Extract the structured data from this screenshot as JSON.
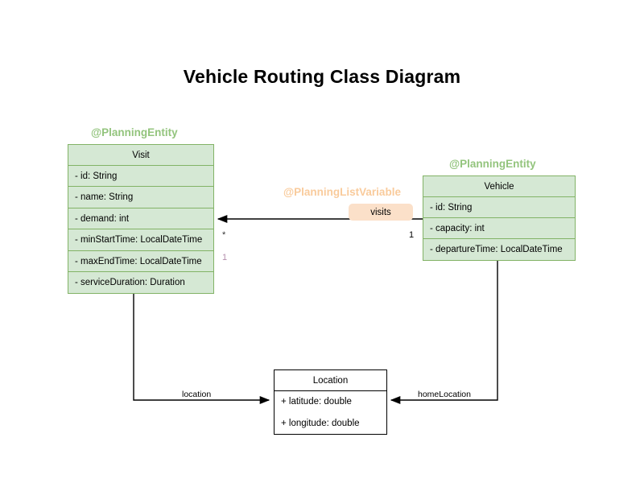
{
  "page": {
    "title": "Vehicle Routing Class Diagram",
    "background": "#ffffff"
  },
  "colors": {
    "entity_fill": "#d5e8d4",
    "entity_border": "#82b366",
    "stereotype_green": "#93c47d",
    "stereotype_orange": "#f9cb9c",
    "badge_fill": "#fbe0c9",
    "plain_border": "#000000",
    "edge_line": "#000000",
    "multiplicity_one": "#b48ead"
  },
  "classes": [
    {
      "id": "visit",
      "name": "Visit",
      "stereotype": "@PlanningEntity",
      "style": "entity",
      "attributes": [
        "- id: String",
        "- name: String",
        "- demand: int",
        "- minStartTime: LocalDateTime",
        "- maxEndTime: LocalDateTime",
        "- serviceDuration: Duration"
      ]
    },
    {
      "id": "vehicle",
      "name": "Vehicle",
      "stereotype": "@PlanningEntity",
      "style": "entity",
      "attributes": [
        "- id: String",
        "- capacity: int",
        "- departureTime: LocalDateTime"
      ]
    },
    {
      "id": "location",
      "name": "Location",
      "stereotype": null,
      "style": "plain",
      "attributes": [
        "+ latitude: double",
        "+ longitude: double"
      ]
    }
  ],
  "associations": [
    {
      "id": "visits",
      "label": "visits",
      "stereotype": "@PlanningListVariable",
      "from": "vehicle",
      "to": "visit",
      "source_multiplicity": "1",
      "target_multiplicity": "*",
      "extra_multiplicity": "1",
      "badge": true
    },
    {
      "id": "location-ref",
      "label": "location",
      "stereotype": null,
      "from": "visit",
      "to": "location",
      "source_multiplicity": "",
      "target_multiplicity": "",
      "badge": false
    },
    {
      "id": "home-location-ref",
      "label": "homeLocation",
      "stereotype": null,
      "from": "vehicle",
      "to": "location",
      "source_multiplicity": "",
      "target_multiplicity": "",
      "badge": false
    }
  ]
}
